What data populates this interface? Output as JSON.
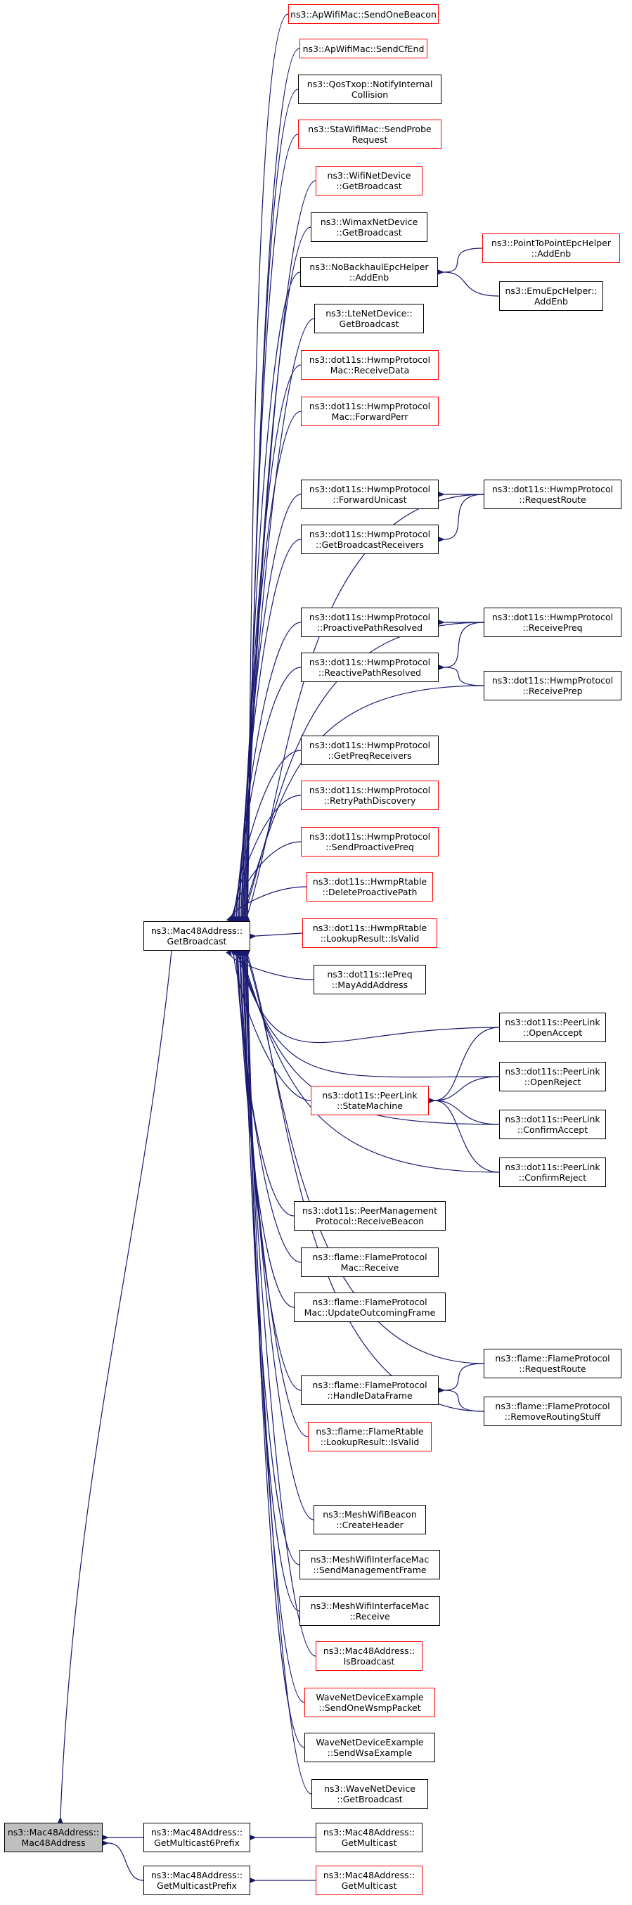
{
  "colors": {
    "edge": "#191970",
    "node_border": "#000000",
    "node_border_alt": "#ff0000",
    "root_fill": "#bfbfbf"
  },
  "nodes": {
    "root": {
      "lines": [
        "ns3::Mac48Address::",
        "Mac48Address"
      ],
      "style": "root"
    },
    "mc6p": {
      "lines": [
        "ns3::Mac48Address::",
        "GetMulticast6Prefix"
      ],
      "style": "black"
    },
    "mcp": {
      "lines": [
        "ns3::Mac48Address::",
        "GetMulticastPrefix"
      ],
      "style": "black"
    },
    "gm1": {
      "lines": [
        "ns3::Mac48Address::",
        "GetMulticast"
      ],
      "style": "black"
    },
    "gm2": {
      "lines": [
        "ns3::Mac48Address::",
        "GetMulticast"
      ],
      "style": "red"
    },
    "gb": {
      "lines": [
        "ns3::Mac48Address::",
        "GetBroadcast"
      ],
      "style": "black"
    },
    "c1": {
      "lines": [
        "ns3::ApWifiMac::SendOneBeacon"
      ],
      "style": "red"
    },
    "c2": {
      "lines": [
        "ns3::ApWifiMac::SendCfEnd"
      ],
      "style": "red"
    },
    "c3": {
      "lines": [
        "ns3::QosTxop::NotifyInternal",
        "Collision"
      ],
      "style": "black"
    },
    "c4": {
      "lines": [
        "ns3::StaWifiMac::SendProbe",
        "Request"
      ],
      "style": "red"
    },
    "c5": {
      "lines": [
        "ns3::WifiNetDevice",
        "::GetBroadcast"
      ],
      "style": "red"
    },
    "c6": {
      "lines": [
        "ns3::WimaxNetDevice",
        "::GetBroadcast"
      ],
      "style": "black"
    },
    "c7": {
      "lines": [
        "ns3::NoBackhaulEpcHelper",
        "::AddEnb"
      ],
      "style": "black"
    },
    "c8": {
      "lines": [
        "ns3::LteNetDevice::",
        "GetBroadcast"
      ],
      "style": "black"
    },
    "c9": {
      "lines": [
        "ns3::dot11s::HwmpProtocol",
        "Mac::ReceiveData"
      ],
      "style": "red"
    },
    "c10": {
      "lines": [
        "ns3::dot11s::HwmpProtocol",
        "Mac::ForwardPerr"
      ],
      "style": "red"
    },
    "c11": {
      "lines": [
        "ns3::dot11s::HwmpProtocol",
        "::ForwardUnicast"
      ],
      "style": "black"
    },
    "c12": {
      "lines": [
        "ns3::dot11s::HwmpProtocol",
        "::GetBroadcastReceivers"
      ],
      "style": "black"
    },
    "c13": {
      "lines": [
        "ns3::dot11s::HwmpProtocol",
        "::ProactivePathResolved"
      ],
      "style": "black"
    },
    "c14": {
      "lines": [
        "ns3::dot11s::HwmpProtocol",
        "::ReactivePathResolved"
      ],
      "style": "black"
    },
    "c15": {
      "lines": [
        "ns3::dot11s::HwmpProtocol",
        "::GetPreqReceivers"
      ],
      "style": "black"
    },
    "c16": {
      "lines": [
        "ns3::dot11s::HwmpProtocol",
        "::RetryPathDiscovery"
      ],
      "style": "red"
    },
    "c17": {
      "lines": [
        "ns3::dot11s::HwmpProtocol",
        "::SendProactivePreq"
      ],
      "style": "red"
    },
    "c18": {
      "lines": [
        "ns3::dot11s::HwmpRtable",
        "::DeleteProactivePath"
      ],
      "style": "red"
    },
    "c19": {
      "lines": [
        "ns3::dot11s::HwmpRtable",
        "::LookupResult::IsValid"
      ],
      "style": "red"
    },
    "c20": {
      "lines": [
        "ns3::dot11s::IePreq",
        "::MayAddAddress"
      ],
      "style": "black"
    },
    "c21": {
      "lines": [
        "ns3::dot11s::PeerLink",
        "::StateMachine"
      ],
      "style": "red"
    },
    "c22": {
      "lines": [
        "ns3::dot11s::PeerManagement",
        "Protocol::ReceiveBeacon"
      ],
      "style": "black"
    },
    "c23": {
      "lines": [
        "ns3::flame::FlameProtocol",
        "Mac::Receive"
      ],
      "style": "black"
    },
    "c24": {
      "lines": [
        "ns3::flame::FlameProtocol",
        "Mac::UpdateOutcomingFrame"
      ],
      "style": "black"
    },
    "c25": {
      "lines": [
        "ns3::flame::FlameProtocol",
        "::HandleDataFrame"
      ],
      "style": "black"
    },
    "c26": {
      "lines": [
        "ns3::flame::FlameRtable",
        "::LookupResult::IsValid"
      ],
      "style": "red"
    },
    "c27": {
      "lines": [
        "ns3::MeshWifiBeacon",
        "::CreateHeader"
      ],
      "style": "black"
    },
    "c28": {
      "lines": [
        "ns3::MeshWifiInterfaceMac",
        "::SendManagementFrame"
      ],
      "style": "black"
    },
    "c29": {
      "lines": [
        "ns3::MeshWifiInterfaceMac",
        "::Receive"
      ],
      "style": "black"
    },
    "c30": {
      "lines": [
        "ns3::Mac48Address::",
        "IsBroadcast"
      ],
      "style": "red"
    },
    "c31": {
      "lines": [
        "WaveNetDeviceExample",
        "::SendOneWsmpPacket"
      ],
      "style": "red"
    },
    "c32": {
      "lines": [
        "WaveNetDeviceExample",
        "::SendWsaExample"
      ],
      "style": "black"
    },
    "c33": {
      "lines": [
        "ns3::WaveNetDevice",
        "::GetBroadcast"
      ],
      "style": "black"
    },
    "r1": {
      "lines": [
        "ns3::PointToPointEpcHelper",
        "::AddEnb"
      ],
      "style": "red"
    },
    "r2": {
      "lines": [
        "ns3::EmuEpcHelper::",
        "AddEnb"
      ],
      "style": "black"
    },
    "r3": {
      "lines": [
        "ns3::dot11s::HwmpProtocol",
        "::RequestRoute"
      ],
      "style": "black"
    },
    "r4": {
      "lines": [
        "ns3::dot11s::HwmpProtocol",
        "::ReceivePreq"
      ],
      "style": "black"
    },
    "r5": {
      "lines": [
        "ns3::dot11s::HwmpProtocol",
        "::ReceivePrep"
      ],
      "style": "black"
    },
    "r6": {
      "lines": [
        "ns3::dot11s::PeerLink",
        "::OpenAccept"
      ],
      "style": "black"
    },
    "r7": {
      "lines": [
        "ns3::dot11s::PeerLink",
        "::OpenReject"
      ],
      "style": "black"
    },
    "r8": {
      "lines": [
        "ns3::dot11s::PeerLink",
        "::ConfirmAccept"
      ],
      "style": "black"
    },
    "r9": {
      "lines": [
        "ns3::dot11s::PeerLink",
        "::ConfirmReject"
      ],
      "style": "black"
    },
    "r10": {
      "lines": [
        "ns3::flame::FlameProtocol",
        "::RequestRoute"
      ],
      "style": "black"
    },
    "r11": {
      "lines": [
        "ns3::flame::FlameProtocol",
        "::RemoveRoutingStuff"
      ],
      "style": "black"
    }
  },
  "edges": [
    [
      "root",
      "mc6p"
    ],
    [
      "root",
      "mcp"
    ],
    [
      "root",
      "gb"
    ],
    [
      "mc6p",
      "gm1"
    ],
    [
      "mcp",
      "gm2"
    ],
    [
      "gb",
      "c1"
    ],
    [
      "gb",
      "c2"
    ],
    [
      "gb",
      "c3"
    ],
    [
      "gb",
      "c4"
    ],
    [
      "gb",
      "c5"
    ],
    [
      "gb",
      "c6"
    ],
    [
      "gb",
      "c7"
    ],
    [
      "gb",
      "c8"
    ],
    [
      "gb",
      "c9"
    ],
    [
      "gb",
      "c10"
    ],
    [
      "gb",
      "c11"
    ],
    [
      "gb",
      "c12"
    ],
    [
      "gb",
      "c13"
    ],
    [
      "gb",
      "c14"
    ],
    [
      "gb",
      "c15"
    ],
    [
      "gb",
      "c16"
    ],
    [
      "gb",
      "c17"
    ],
    [
      "gb",
      "c18"
    ],
    [
      "gb",
      "c19"
    ],
    [
      "gb",
      "c20"
    ],
    [
      "gb",
      "c21"
    ],
    [
      "gb",
      "c22"
    ],
    [
      "gb",
      "c23"
    ],
    [
      "gb",
      "c24"
    ],
    [
      "gb",
      "c25"
    ],
    [
      "gb",
      "c26"
    ],
    [
      "gb",
      "c27"
    ],
    [
      "gb",
      "c28"
    ],
    [
      "gb",
      "c29"
    ],
    [
      "gb",
      "c30"
    ],
    [
      "gb",
      "c31"
    ],
    [
      "gb",
      "c32"
    ],
    [
      "gb",
      "c33"
    ],
    [
      "gb",
      "r3"
    ],
    [
      "gb",
      "r4"
    ],
    [
      "gb",
      "r5"
    ],
    [
      "gb",
      "r6"
    ],
    [
      "gb",
      "r7"
    ],
    [
      "gb",
      "r8"
    ],
    [
      "gb",
      "r9"
    ],
    [
      "gb",
      "r10"
    ],
    [
      "gb",
      "r11"
    ],
    [
      "c7",
      "r1"
    ],
    [
      "c7",
      "r2"
    ],
    [
      "c11",
      "r3"
    ],
    [
      "c12",
      "r3"
    ],
    [
      "c13",
      "r4"
    ],
    [
      "c14",
      "r4"
    ],
    [
      "c14",
      "r5"
    ],
    [
      "c21",
      "r6"
    ],
    [
      "c21",
      "r7"
    ],
    [
      "c21",
      "r8"
    ],
    [
      "c21",
      "r9"
    ],
    [
      "c25",
      "r10"
    ],
    [
      "c25",
      "r11"
    ]
  ]
}
